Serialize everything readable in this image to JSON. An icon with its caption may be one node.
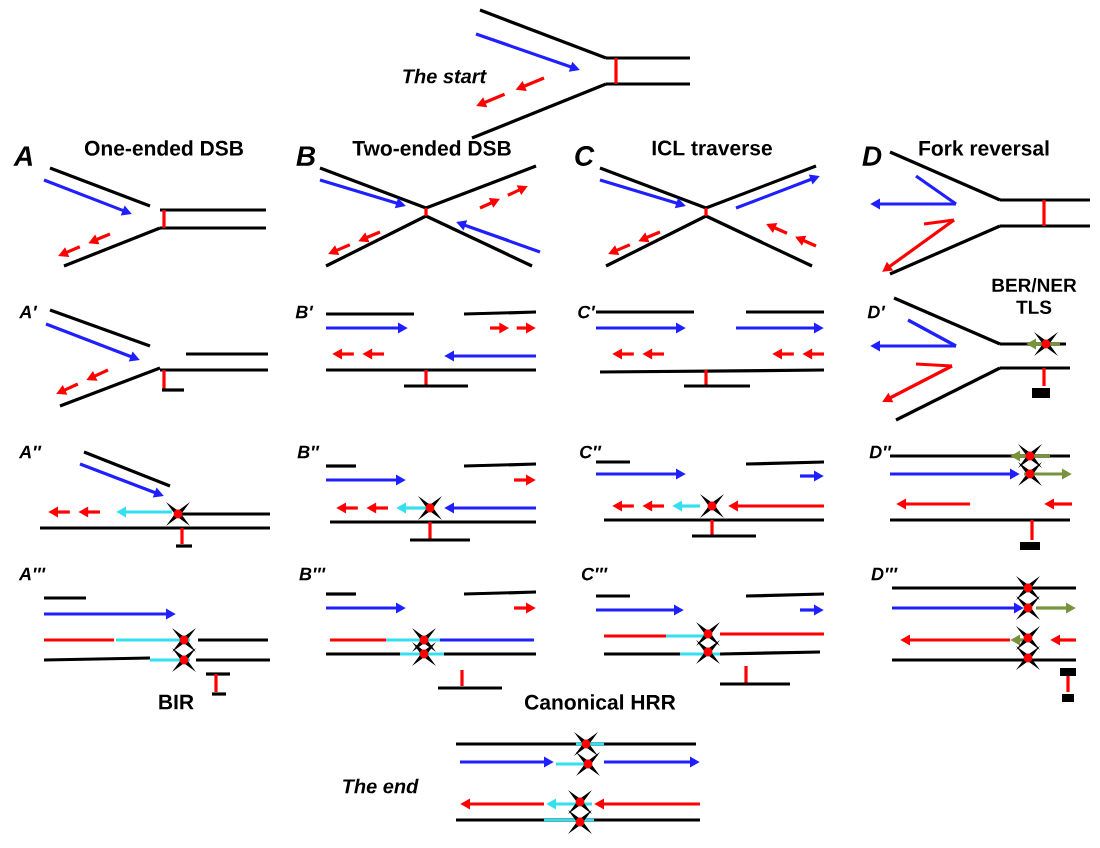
{
  "diagram": {
    "labels": [
      "The start",
      "A",
      "One-ended DSB",
      "B",
      "Two-ended DSB",
      "C",
      "ICL traverse",
      "D",
      "Fork reversal",
      "A′",
      "B′",
      "C′",
      "D′",
      "BER/NER TLS",
      "A′′",
      "B′′",
      "C′′",
      "D′′",
      "A′′′",
      "B′′′",
      "C′′′",
      "D′′′",
      "BIR",
      "Canonical HRR",
      "The end"
    ]
  }
}
